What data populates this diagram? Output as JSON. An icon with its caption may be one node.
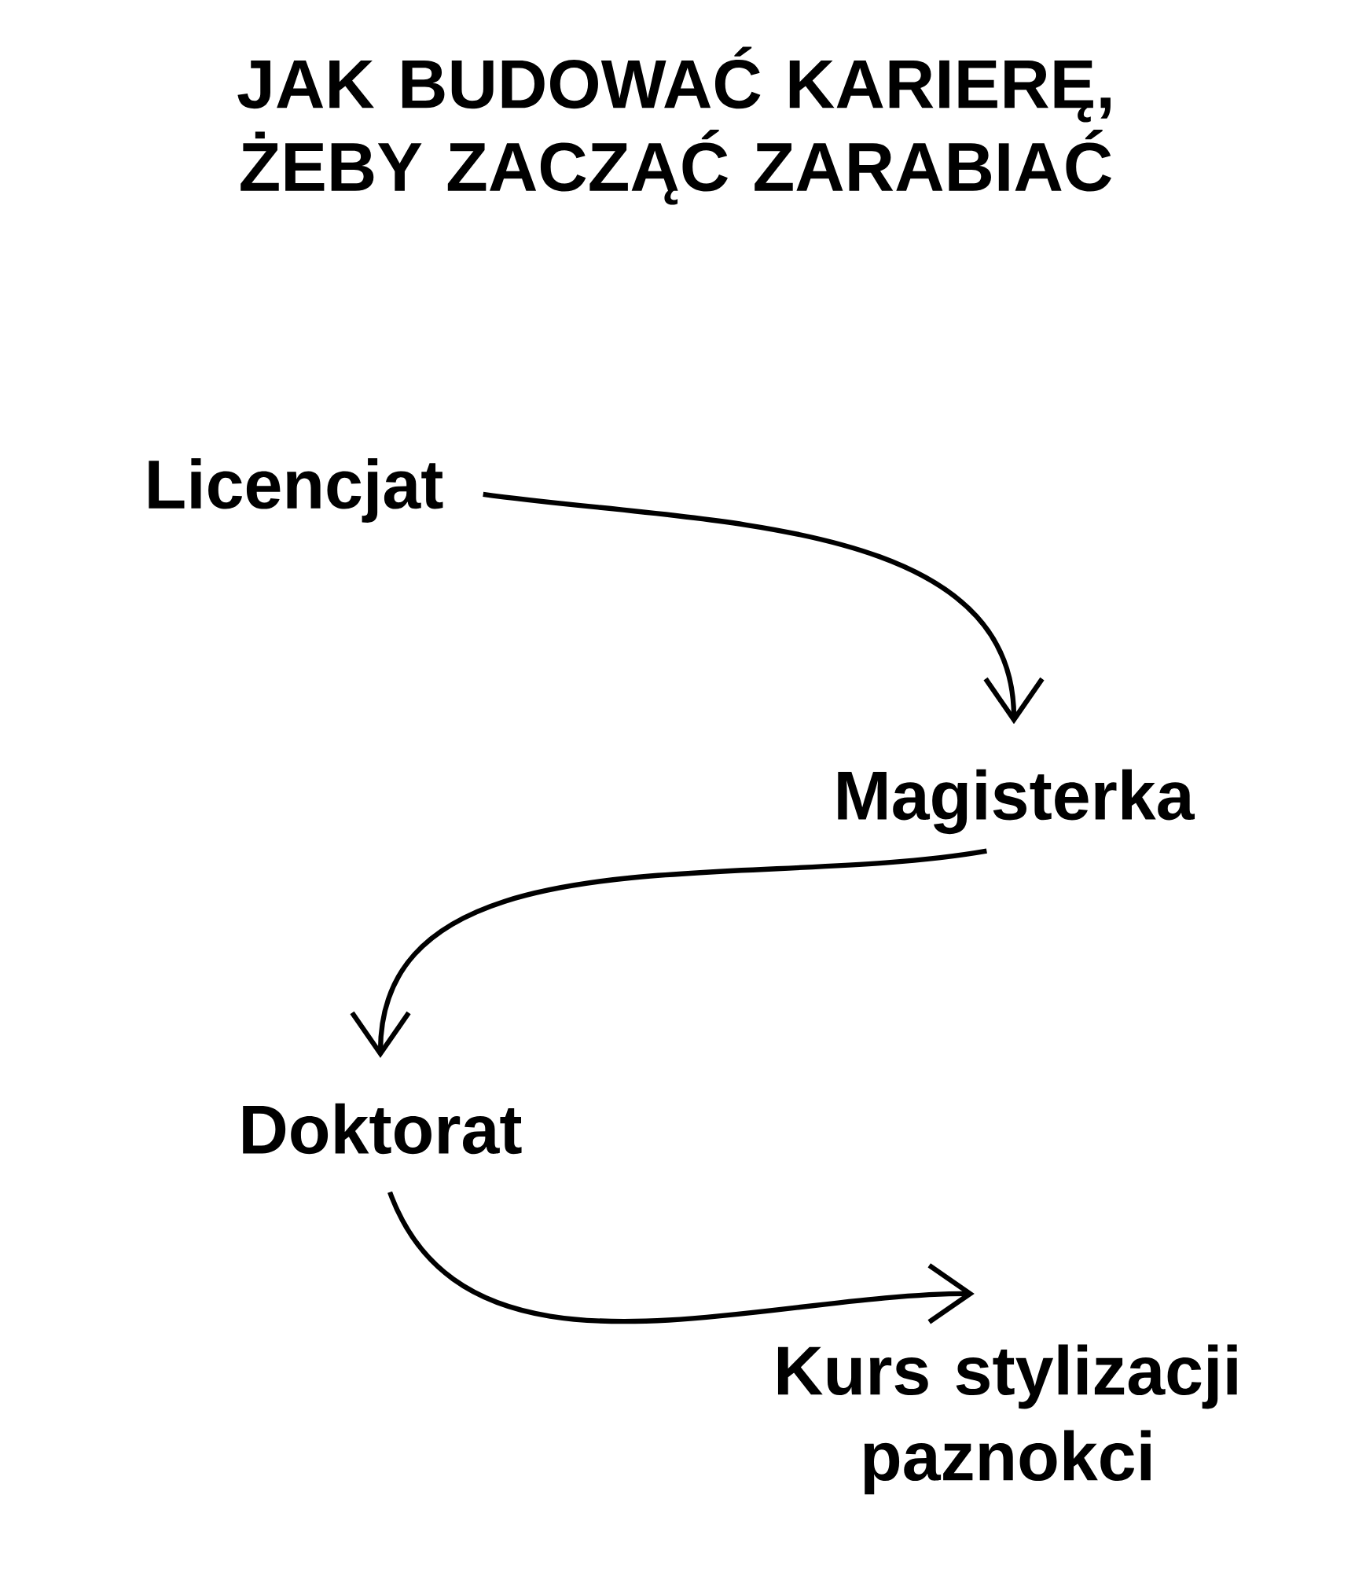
{
  "diagram": {
    "title": "JAK BUDOWAĆ KARIERĘ, ŻEBY ZACZĄĆ ZARABIAĆ",
    "nodes": [
      {
        "text": [
          "Licencjat"
        ]
      },
      {
        "text": [
          "Magisterka"
        ]
      },
      {
        "text": [
          "Doktorat"
        ]
      },
      {
        "text": [
          "Kurs stylizacji paznokci"
        ]
      }
    ],
    "edges": [
      {
        "from": 0,
        "to": 1,
        "arrow": "to"
      },
      {
        "from": 1,
        "to": 2,
        "arrow": "to"
      },
      {
        "from": 2,
        "to": 3,
        "arrow": "to"
      }
    ]
  }
}
